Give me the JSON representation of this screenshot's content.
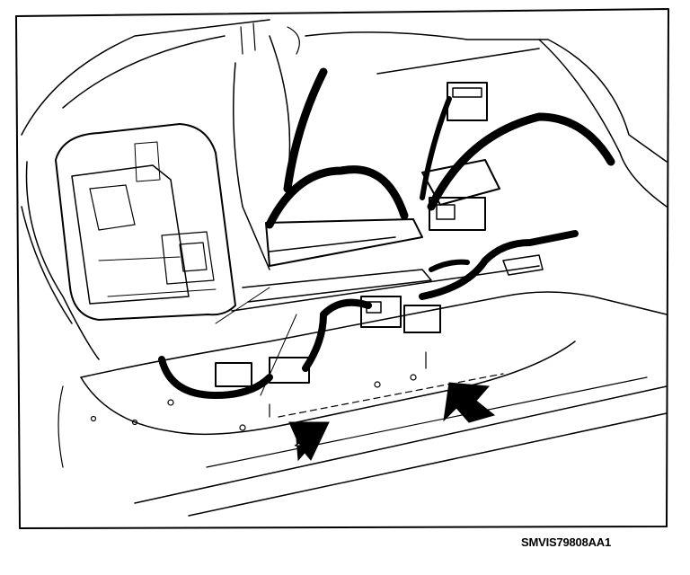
{
  "figure": {
    "code": "SMVIS79808AA1"
  },
  "icons": {
    "arrow_left": "arrow-pointing-up-right",
    "arrow_right": "arrow-pointing-up-right"
  },
  "colors": {
    "ink": "#000000",
    "paper": "#ffffff"
  }
}
